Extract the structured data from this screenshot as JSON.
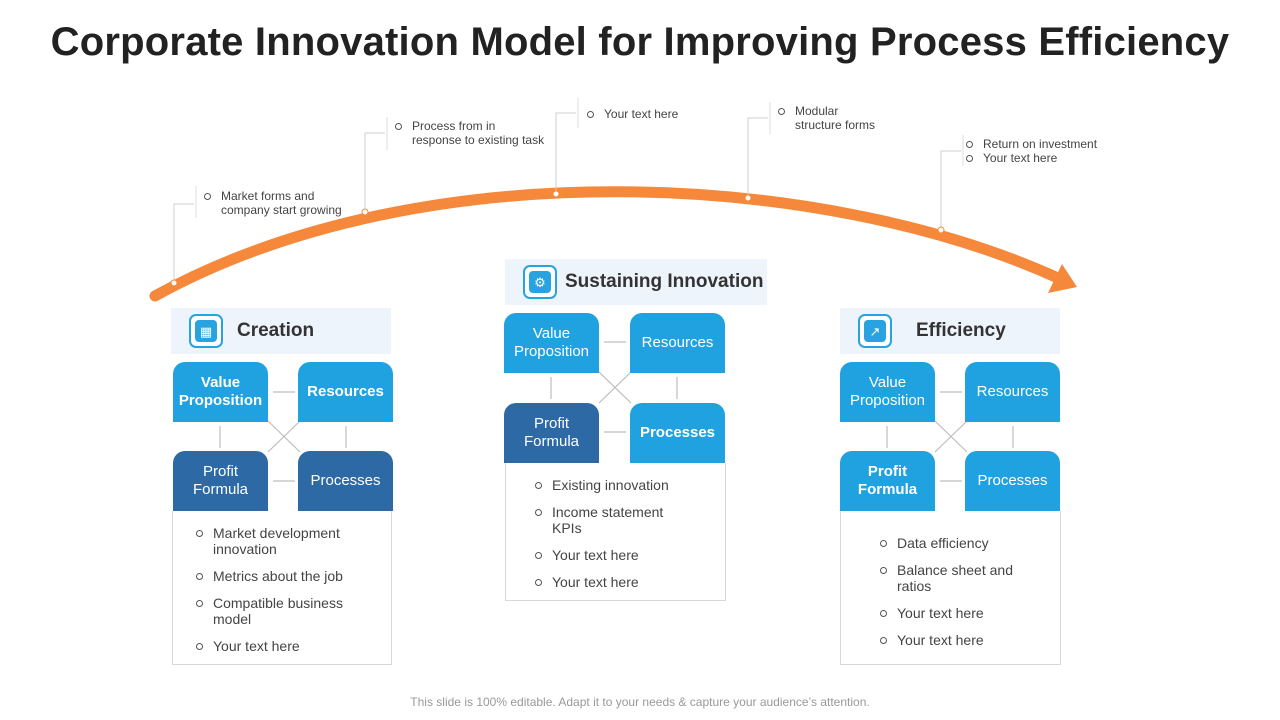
{
  "title": "Corporate Innovation Model for Improving Process Efficiency",
  "callouts": [
    {
      "lines": [
        "Market forms and\ncompany start growing"
      ]
    },
    {
      "lines": [
        "Process from in\nresponse to existing task"
      ]
    },
    {
      "lines": [
        "Your text here"
      ]
    },
    {
      "lines": [
        "Modular\nstructure forms"
      ]
    },
    {
      "lines": [
        "Return on investment",
        "Your text here"
      ]
    }
  ],
  "panels": [
    {
      "title": "Creation",
      "icon": "building-icon",
      "tiles": {
        "value_proposition": "Value\nProposition",
        "resources": "Resources",
        "profit_formula": "Profit\nFormula",
        "processes": "Processes"
      },
      "bullets": [
        "Market development\ninnovation",
        "Metrics about the job",
        "Compatible business\nmodel",
        "Your text here"
      ]
    },
    {
      "title": "Sustaining Innovation",
      "icon": "gears-icon",
      "tiles": {
        "value_proposition": "Value\nProposition",
        "resources": "Resources",
        "profit_formula": "Profit\nFormula",
        "processes": "Processes"
      },
      "bullets": [
        "Existing innovation",
        "Income statement\nKPIs",
        "Your text here",
        "Your text here"
      ]
    },
    {
      "title": "Efficiency",
      "icon": "growth-chart-icon",
      "tiles": {
        "value_proposition": "Value\nProposition",
        "resources": "Resources",
        "profit_formula": "Profit\nFormula",
        "processes": "Processes"
      },
      "bullets": [
        "Data efficiency",
        "Balance sheet and\nratios",
        "Your text here",
        "Your text here"
      ]
    }
  ],
  "footer": "This slide is 100% editable. Adapt it to your needs & capture your audience’s attention.",
  "colors": {
    "arc": "#f5883a",
    "tile_blue": "#20a2e0",
    "tile_dark": "#2d6aa5",
    "header_bg": "#eef4fb"
  }
}
